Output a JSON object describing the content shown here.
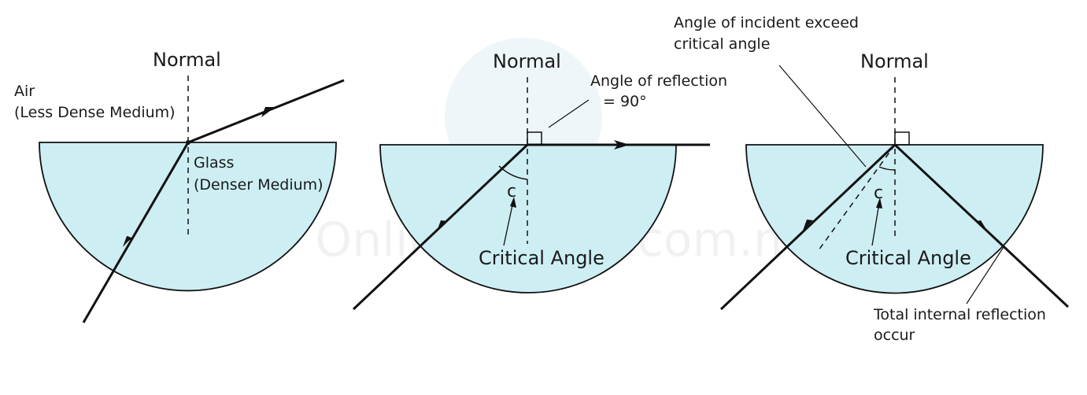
{
  "watermark": "OnlineTuition.com.my",
  "colors": {
    "glass": "#cdeef3",
    "stroke": "#111111"
  },
  "diagram1": {
    "normal": "Normal",
    "air_line1": "Air",
    "air_line2": "(Less Dense Medium)",
    "glass_line1": "Glass",
    "glass_line2": "(Denser Medium)"
  },
  "diagram2": {
    "normal": "Normal",
    "reflection_line1": "Angle of reflection",
    "reflection_line2": "= 90°",
    "angle_symbol": "c",
    "critical_angle": "Critical Angle"
  },
  "diagram3": {
    "normal": "Normal",
    "exceed_line1": "Angle of incident exceed",
    "exceed_line2": "critical angle",
    "angle_symbol": "c",
    "critical_angle": "Critical Angle",
    "tir_line1": "Total internal reflection",
    "tir_line2": "occur"
  }
}
